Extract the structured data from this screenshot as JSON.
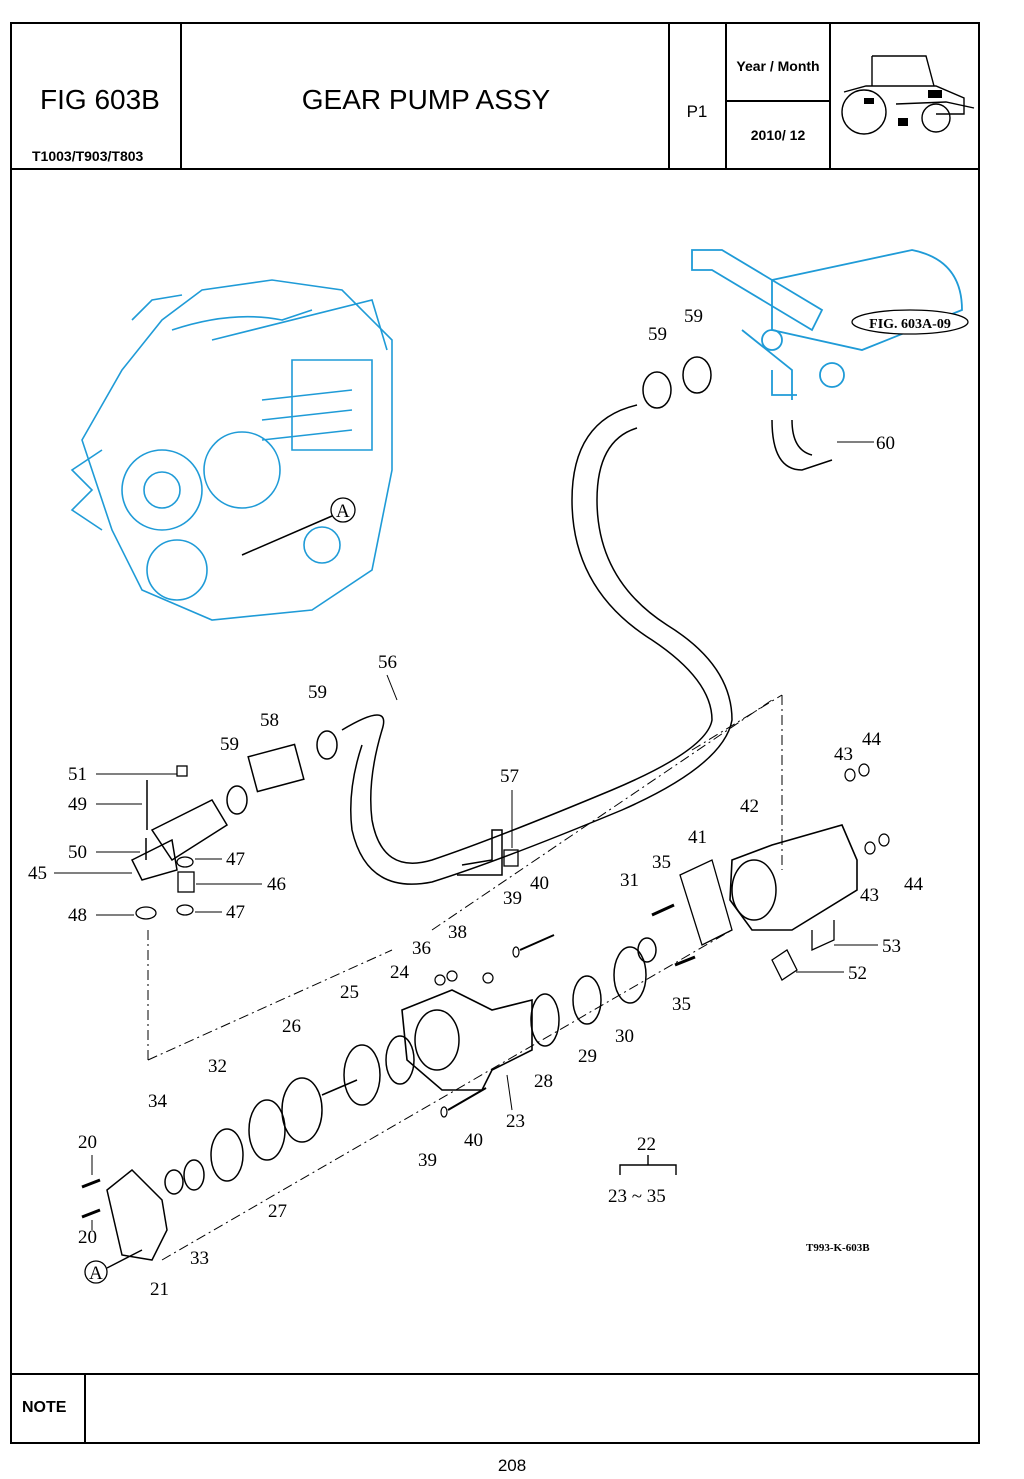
{
  "header": {
    "fig_no": "FIG 603B",
    "models": "T1003/T903/T803",
    "title": "GEAR PUMP ASSY",
    "page_ref": "P1",
    "year_month_label": "Year / Month",
    "year_month_value": "2010/ 12",
    "tractor_icon": "tractor-side-view-icon"
  },
  "diagram": {
    "engine_icon": "engine-block-icon",
    "cross_ref": "FIG. 603A-09",
    "view_marker": "A",
    "drawing_code": "T993-K-603B",
    "group_label": "22",
    "group_range": "23 ~ 35",
    "callouts": [
      "20",
      "20",
      "21",
      "23",
      "24",
      "25",
      "26",
      "27",
      "28",
      "29",
      "30",
      "31",
      "32",
      "33",
      "34",
      "35",
      "35",
      "36",
      "38",
      "39",
      "39",
      "40",
      "40",
      "41",
      "42",
      "43",
      "43",
      "44",
      "44",
      "45",
      "46",
      "47",
      "47",
      "48",
      "49",
      "50",
      "51",
      "52",
      "53",
      "56",
      "57",
      "58",
      "59",
      "59",
      "59",
      "59",
      "60"
    ]
  },
  "note": {
    "label": "NOTE",
    "text": ""
  },
  "footer": {
    "page": "208"
  },
  "colors": {
    "engine": "#1f9bd7",
    "line": "#000000"
  }
}
